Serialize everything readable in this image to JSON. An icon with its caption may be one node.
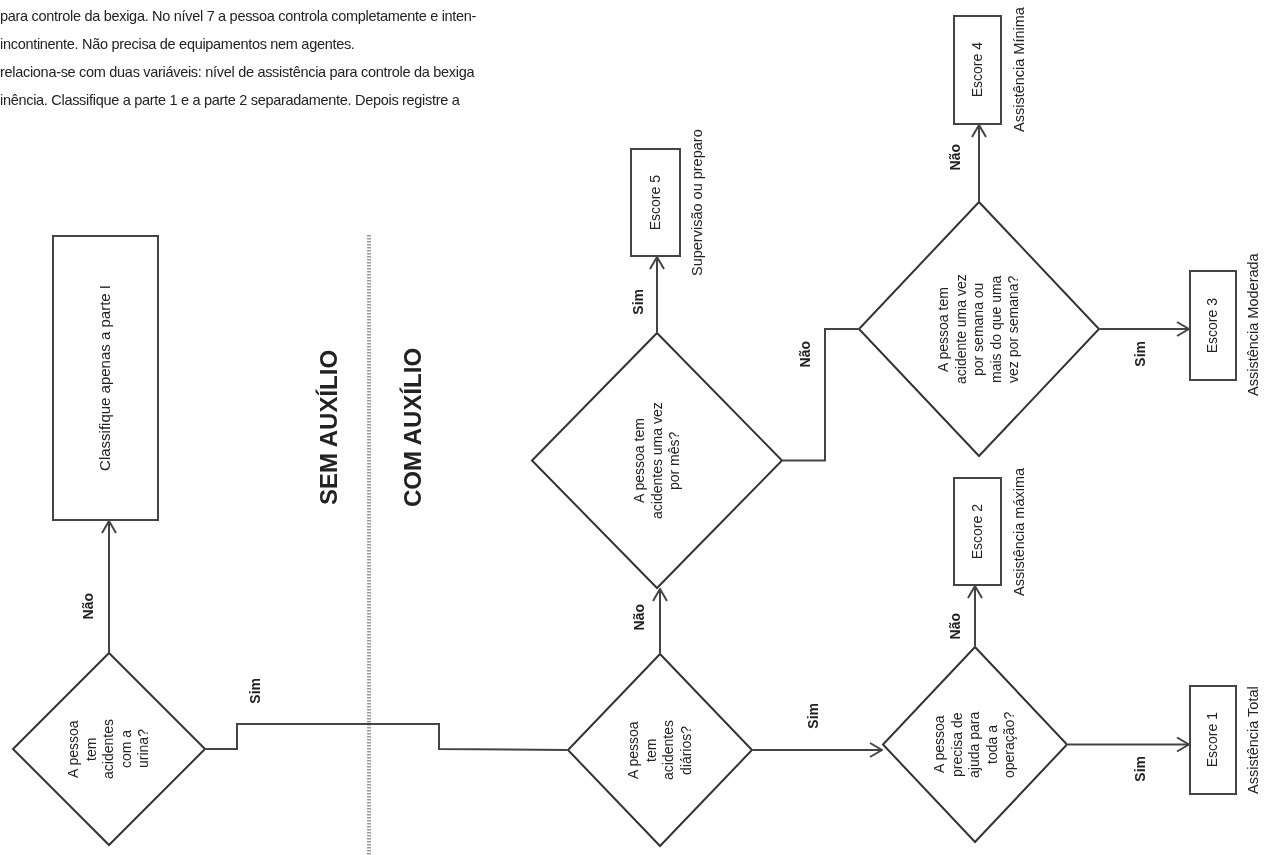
{
  "diagram": {
    "nodes": [
      {
        "text": [
          "A pessoa tem acidentes com a urina?"
        ]
      },
      {
        "text": [
          "Classifique apenas a parte I"
        ]
      },
      {
        "text": [
          "A pessoa tem acidentes diários?"
        ]
      },
      {
        "text": [
          "A pessoa tem acidentes uma vez por mês?"
        ]
      },
      {
        "text": [
          "Escore 5"
        ],
        "beside": [
          "Supervisão ou preparo"
        ]
      },
      {
        "text": [
          "A pessoa tem acidente uma vez por semana ou mais do que uma vez por semana?"
        ]
      },
      {
        "text": [
          "Escore 4"
        ],
        "beside": [
          "Assistência Mínima"
        ]
      },
      {
        "text": [
          "Escore 3"
        ],
        "beside": [
          "Assistência Moderada"
        ]
      },
      {
        "text": [
          "A pessoa precisa de ajuda para toda a operação?"
        ]
      },
      {
        "text": [
          "Escore 2"
        ],
        "beside": [
          "Assistência máxima"
        ]
      },
      {
        "text": [
          "Escore 1"
        ],
        "beside": [
          "Assistência Total"
        ]
      }
    ],
    "edges": [
      {
        "from": 0,
        "to": 1,
        "arrow": "to",
        "label": "Não"
      },
      {
        "from": 0,
        "to": 2,
        "arrow": "none",
        "label": "Sim"
      },
      {
        "from": 2,
        "to": 3,
        "arrow": "to",
        "label": "Não"
      },
      {
        "from": 2,
        "to": 8,
        "arrow": "to",
        "label": "Sim"
      },
      {
        "from": 3,
        "to": 4,
        "arrow": "to",
        "label": "Sim"
      },
      {
        "from": 3,
        "to": 5,
        "arrow": "none",
        "label": "Não"
      },
      {
        "from": 5,
        "to": 6,
        "arrow": "to",
        "label": "Não"
      },
      {
        "from": 5,
        "to": 7,
        "arrow": "to",
        "label": "Sim"
      },
      {
        "from": 8,
        "to": 9,
        "arrow": "to",
        "label": "Não"
      },
      {
        "from": 8,
        "to": 10,
        "arrow": "to",
        "label": "Sim"
      }
    ],
    "labels": [
      "para controle da bexiga. No nível 7 a pessoa controla completamente e inten-",
      "incontinente. Não precisa de equipamentos nem agentes.",
      "relaciona-se com duas variáveis: nível de assistência para controle da bexiga",
      "inência. Classifique a parte 1 e a parte 2 separadamente. Depois registre a",
      "SEM AUXÍLIO",
      "COM AUXÍLIO"
    ]
  }
}
